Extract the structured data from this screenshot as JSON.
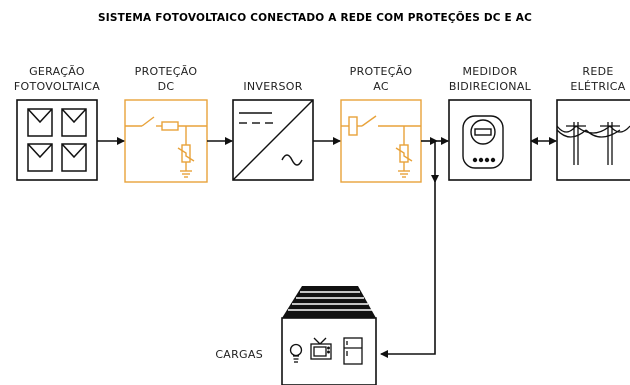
{
  "title": "SISTEMA FOTOVOLTAICO CONECTADO A REDE COM PROTEÇÕES DC E AC",
  "colors": {
    "accent": "#e8a23a",
    "ink": "#111111"
  },
  "blocks": {
    "pv": {
      "line1": "GERAÇÃO",
      "line2": "FOTOVOLTAICA"
    },
    "dc_protection": {
      "line1": "PROTEÇÃO",
      "line2": "DC"
    },
    "inverter": {
      "line1": "INVERSOR"
    },
    "ac_protection": {
      "line1": "PROTEÇÃO",
      "line2": "AC"
    },
    "meter": {
      "line1": "MEDIDOR",
      "line2": "BIDIRECIONAL"
    },
    "grid": {
      "line1": "REDE",
      "line2": "ELÉTRICA"
    },
    "loads": {
      "label": "CARGAS"
    }
  },
  "icons": [
    "solar-panel-icon",
    "switch-fuse-icon",
    "surge-protector-icon",
    "inverter-icon",
    "meter-icon",
    "power-line-icon",
    "house-icon",
    "bulb-icon",
    "tv-icon",
    "fridge-icon"
  ]
}
